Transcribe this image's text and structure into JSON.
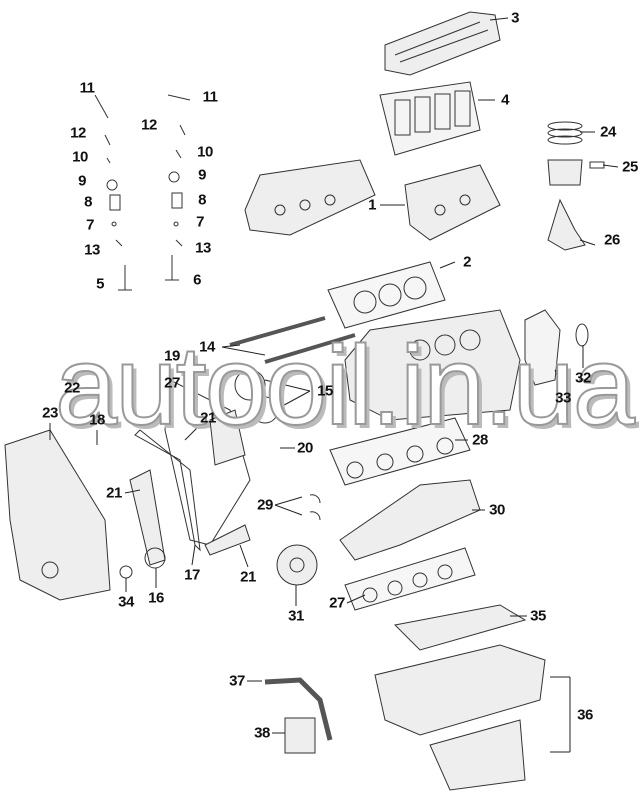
{
  "watermark": "autooil.in.ua",
  "callouts": [
    "3",
    "4",
    "11",
    "11",
    "12",
    "12",
    "10",
    "10",
    "9",
    "9",
    "8",
    "8",
    "7",
    "7",
    "13",
    "13",
    "5",
    "6",
    "24",
    "25",
    "1",
    "26",
    "2",
    "14",
    "19",
    "27",
    "22",
    "15",
    "32",
    "33",
    "23",
    "18",
    "21",
    "28",
    "20",
    "21",
    "29",
    "30",
    "17",
    "21",
    "34",
    "16",
    "27",
    "31",
    "35",
    "37",
    "36",
    "38"
  ]
}
